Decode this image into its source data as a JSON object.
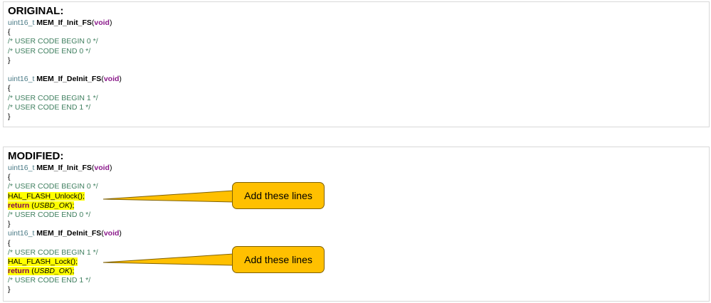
{
  "original": {
    "heading": "ORIGINAL:",
    "init": {
      "type": "uint16_t ",
      "name": "MEM_If_Init_FS",
      "open": "(",
      "arg": "void",
      "close": ")"
    },
    "brace_open": "{",
    "brace_close": "}",
    "c_begin0": "/* USER CODE BEGIN 0 */",
    "c_end0": "/* USER CODE END 0 */",
    "deinit": {
      "type": "uint16_t ",
      "name": "MEM_If_DeInit_FS",
      "open": "(",
      "arg": "void",
      "close": ")"
    },
    "c_begin1": "/* USER CODE BEGIN 1 */",
    "c_end1": "/* USER CODE END 1 */"
  },
  "modified": {
    "heading": "MODIFIED:",
    "init": {
      "type": "uint16_t ",
      "name": "MEM_If_Init_FS",
      "open": "(",
      "arg": "void",
      "close": ")"
    },
    "brace_open": "{",
    "brace_close": "}",
    "c_begin0": "/* USER CODE BEGIN 0 */",
    "unlock": "HAL_FLASH_Unlock();",
    "ret_kw": "return",
    "ret_open": " (",
    "ret_val": "USBD_OK",
    "ret_close": ");",
    "c_end0": "/* USER CODE END 0 */",
    "deinit": {
      "type": "uint16_t ",
      "name": "MEM_If_DeInit_FS",
      "open": "(",
      "arg": "void",
      "close": ")"
    },
    "c_begin1": "/* USER CODE BEGIN 1 */",
    "lock": "HAL_FLASH_Lock();",
    "c_end1": "/* USER CODE END 1 */"
  },
  "callouts": [
    "Add these lines",
    "Add these lines"
  ],
  "colors": {
    "highlight": "#ffff00",
    "callout_fill": "#ffc000",
    "comment": "#3f7f5f",
    "keyword": "#7f0055"
  }
}
